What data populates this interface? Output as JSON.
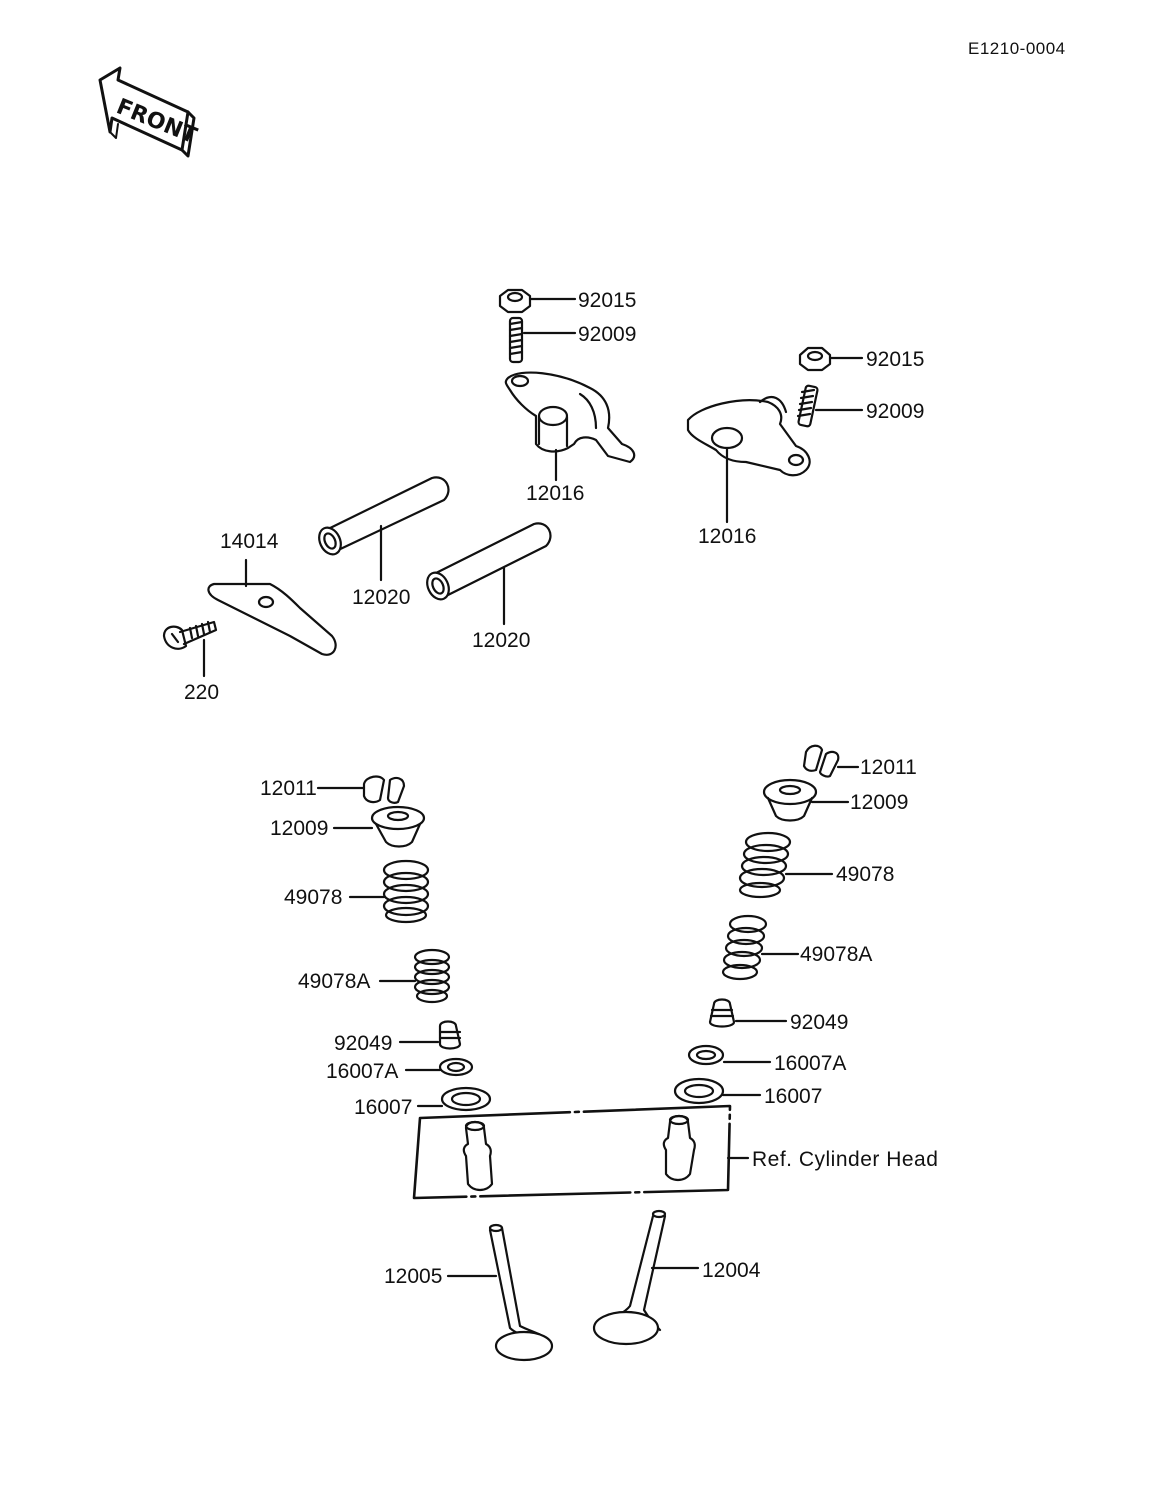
{
  "diagram_code": "E1210-0004",
  "front_label": "FRONT",
  "reference_label": "Ref.  Cylinder Head",
  "callouts": {
    "nut_center": "92015",
    "stud_center": "92009",
    "nut_right": "92015",
    "stud_right": "92009",
    "rocker_arm_center": "12016",
    "rocker_arm_right": "12016",
    "plate": "14014",
    "shaft_left": "12020",
    "shaft_right": "12020",
    "screw": "220",
    "collet_left": "12011",
    "retainer_left": "12009",
    "spring_outer_left": "49078",
    "spring_inner_left": "49078A",
    "seal_left": "92049",
    "seat_inner_left": "16007A",
    "seat_outer_left": "16007",
    "collet_right": "12011",
    "retainer_right": "12009",
    "spring_outer_right": "49078",
    "spring_inner_right": "49078A",
    "seal_right": "92049",
    "seat_inner_right": "16007A",
    "seat_outer_right": "16007",
    "valve_left": "12005",
    "valve_right": "12004"
  }
}
